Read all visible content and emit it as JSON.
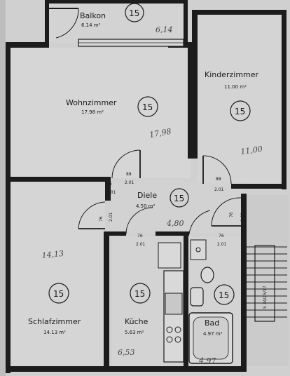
{
  "rooms": {
    "balkon": {
      "name": "Balkon",
      "area": "6.14 m²",
      "badge": "15",
      "handwritten": "6,14"
    },
    "kinderzimmer": {
      "name": "Kinderzimmer",
      "area": "11.00 m²",
      "badge": "15",
      "handwritten": "11,00"
    },
    "wohnzimmer": {
      "name": "Wohnzimmer",
      "area": "17.98 m²",
      "badge": "15",
      "handwritten": "17,98"
    },
    "diele": {
      "name": "Diele",
      "area": "4.50 m²",
      "badge": "15",
      "handwritten": "4,80"
    },
    "schlafzimmer": {
      "name": "Schlafzimmer",
      "area": "14.13 m²",
      "badge": "15",
      "handwritten": "14,13"
    },
    "kueche": {
      "name": "Küche",
      "area": "5.63 m²",
      "badge": "15",
      "handwritten": "6,53"
    },
    "bad": {
      "name": "Bad",
      "area": "4.97 m²",
      "badge": "15",
      "handwritten": "4,97"
    }
  },
  "door_marks": {
    "wohnzimmer": {
      "fraction": "88",
      "num": "2.01"
    },
    "kinderzimmer": {
      "fraction": "88",
      "num": "2.01"
    },
    "schlafzimmer": {
      "fraction": "76",
      "num": "2.01"
    },
    "kueche": {
      "fraction": "76",
      "num": "2.01"
    },
    "bad": {
      "fraction": "76",
      "num": "2.01"
    },
    "entrance": {
      "fraction": "76",
      "num": "2.01"
    },
    "right_door": {
      "fraction": "76",
      "num": "2.01"
    }
  },
  "stairs_label": "S 34/25/17"
}
